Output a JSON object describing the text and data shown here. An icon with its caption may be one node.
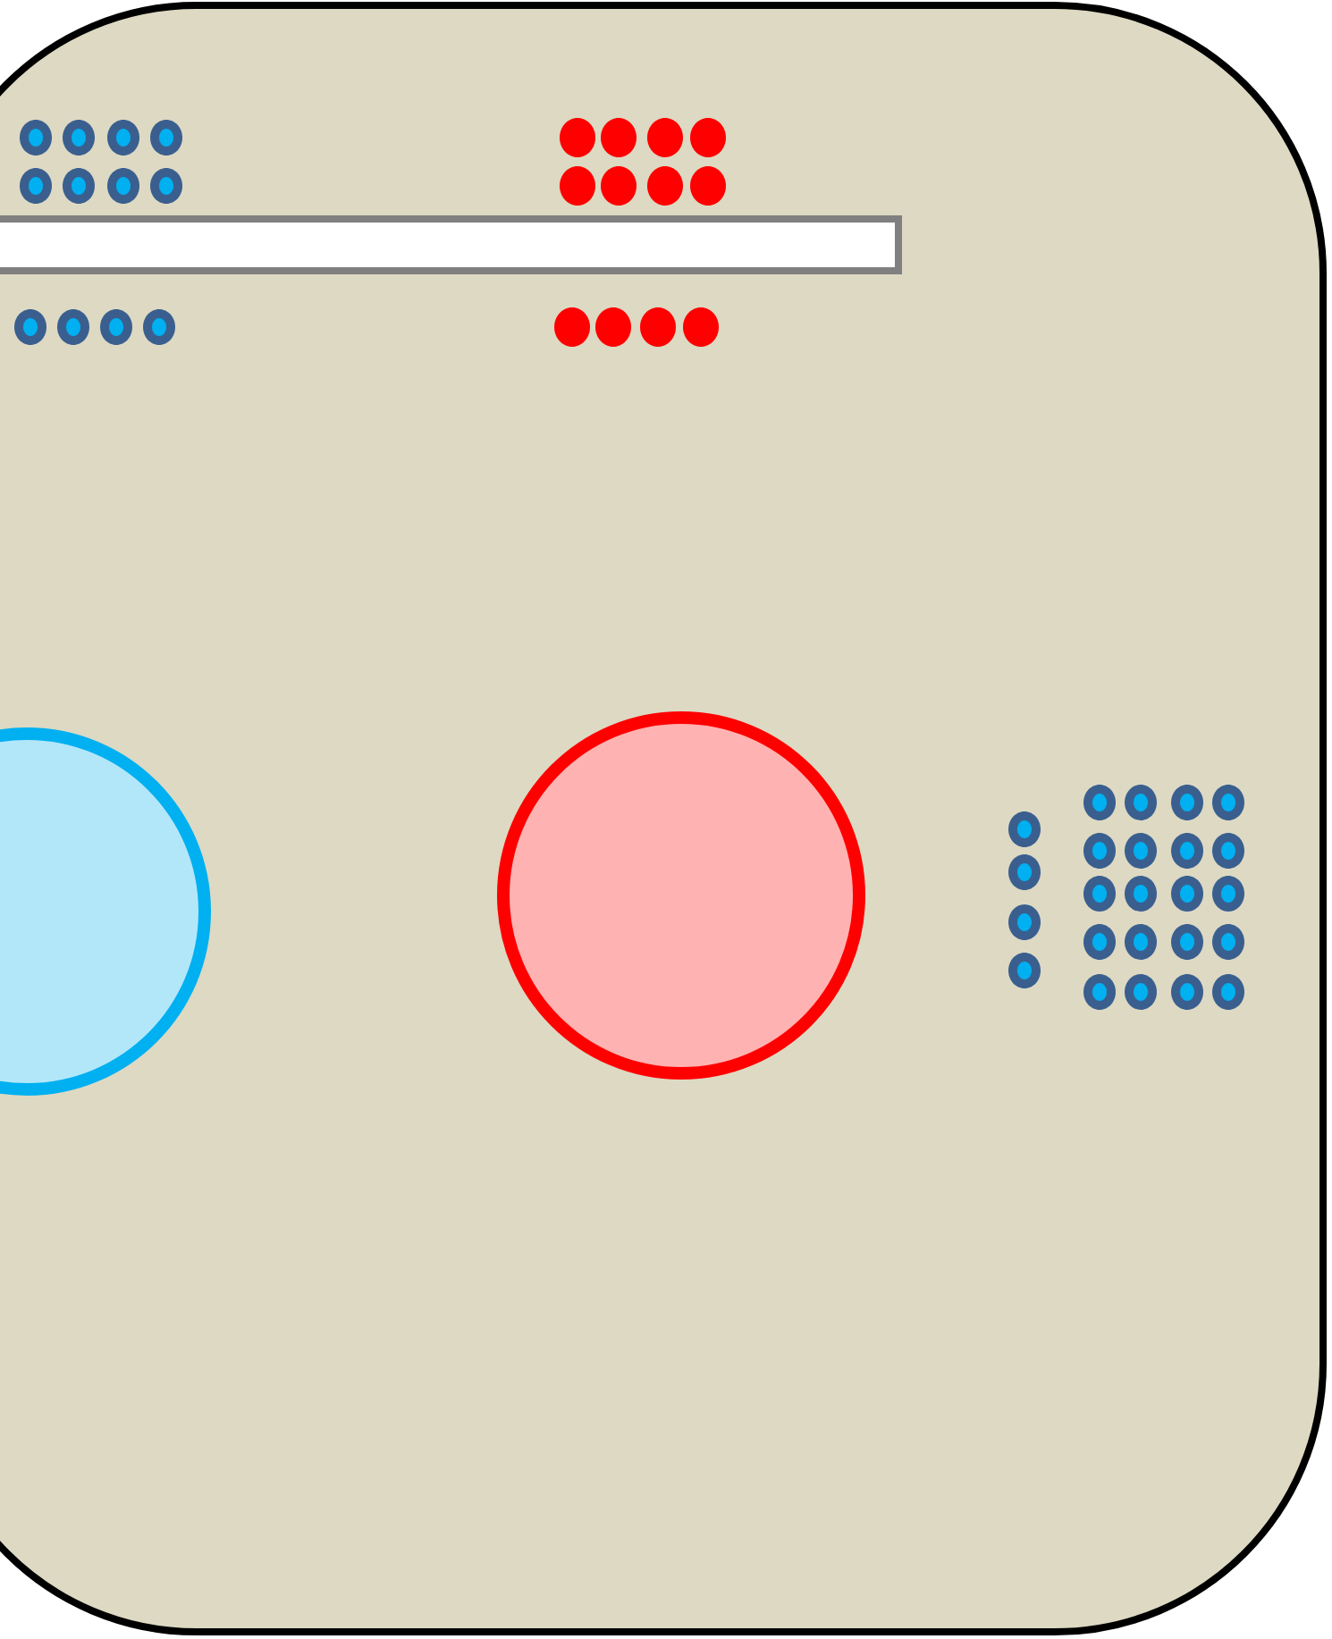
{
  "diagram": {
    "nodes": [
      {
        "text": [],
        "shape": "bar"
      },
      {
        "text": [],
        "shape": "circle"
      },
      {
        "text": [],
        "shape": "circle"
      }
    ]
  }
}
